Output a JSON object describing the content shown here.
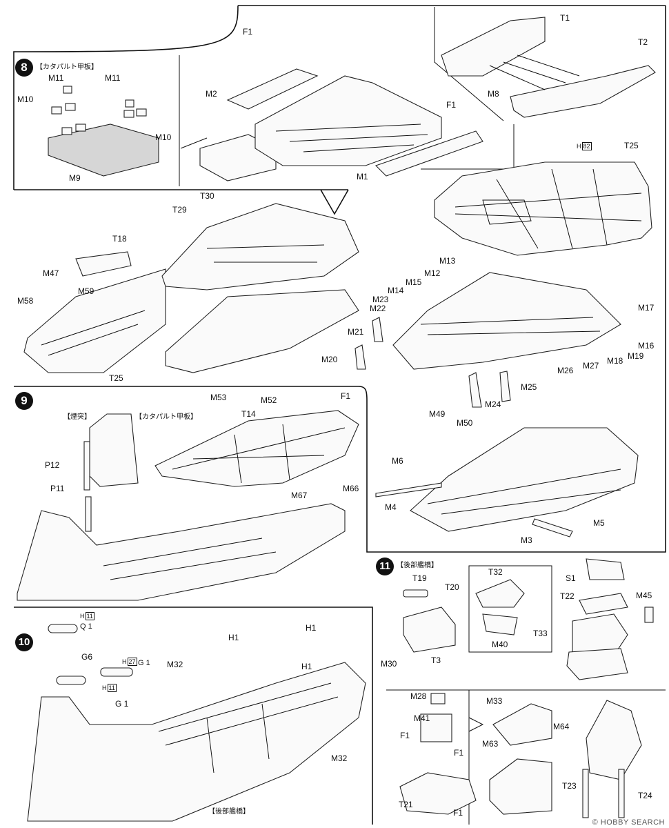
{
  "steps": [
    {
      "number": "8",
      "caption": "【カタパルト甲板】"
    },
    {
      "number": "9",
      "caption_funnel": "【煙突】",
      "caption_deck": "【カタパルト甲板】"
    },
    {
      "number": "10",
      "caption": "【後部艦橋】"
    },
    {
      "number": "11",
      "caption": "【後部艦橋】"
    }
  ],
  "labels": {
    "F1": "F1",
    "M2": "M2",
    "M1": "M1",
    "M8": "M8",
    "T1": "T1",
    "T2": "T2",
    "M11": "M11",
    "M10": "M10",
    "M9": "M9",
    "T25": "T25",
    "T30": "T30",
    "T29": "T29",
    "T18": "T18",
    "M47": "M47",
    "M59": "M59",
    "M58": "M58",
    "M13": "M13",
    "M12": "M12",
    "M15": "M15",
    "M14": "M14",
    "M23": "M23",
    "M22": "M22",
    "M17": "M17",
    "M16": "M16",
    "M19": "M19",
    "M18": "M18",
    "M27": "M27",
    "M26": "M26",
    "M21": "M21",
    "M20": "M20",
    "M24": "M24",
    "M25": "M25",
    "M53": "M53",
    "M52": "M52",
    "T14": "T14",
    "P12": "P12",
    "P11": "P11",
    "M67": "M67",
    "M66": "M66",
    "M49": "M49",
    "M50": "M50",
    "M6": "M6",
    "M4": "M4",
    "M5": "M5",
    "M3": "M3",
    "H1": "H1",
    "Q1": "Q 1",
    "G6": "G6",
    "G1": "G 1",
    "M32": "M32",
    "T19": "T19",
    "T20": "T20",
    "T3": "T3",
    "M30": "M30",
    "T32": "T32",
    "T33": "T33",
    "M40": "M40",
    "S1": "S1",
    "T22": "T22",
    "M45": "M45",
    "M28": "M28",
    "M41": "M41",
    "M33": "M33",
    "M63": "M63",
    "M64": "M64",
    "T21": "T21",
    "T23": "T23",
    "T24": "T24"
  },
  "h_refs": {
    "h82": "82",
    "h11a": "11",
    "h27": "27",
    "h11b": "11",
    "h_prefix": "H"
  },
  "watermark": "© HOBBY SEARCH"
}
